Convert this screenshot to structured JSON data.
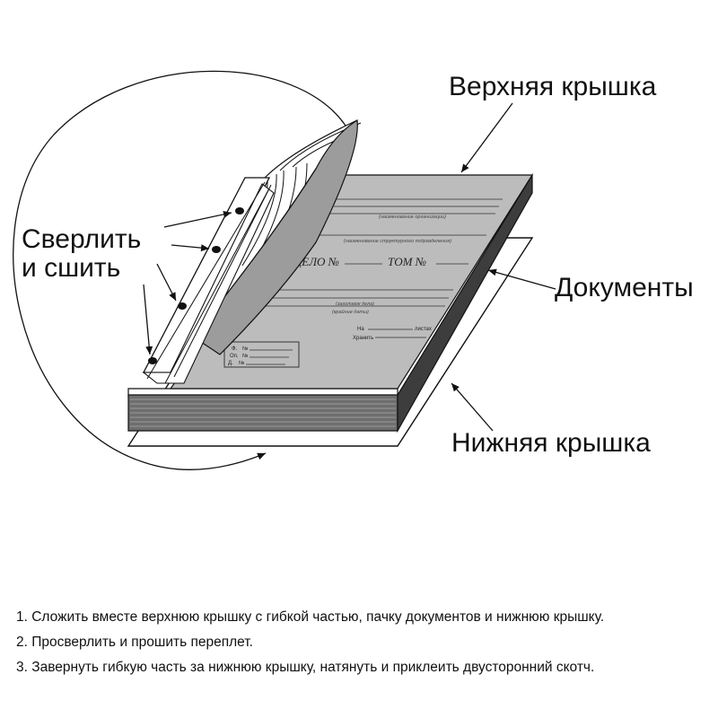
{
  "labels": {
    "top_cover": "Верхняя крышка",
    "drill_sew_line1": "Сверлить",
    "drill_sew_line2": "и сшить",
    "documents": "Документы",
    "bottom_cover": "Нижняя крышка"
  },
  "cover": {
    "org_caption": "(наименование организации)",
    "unit_caption": "(наименование структурного подразделения)",
    "delo": "ДЕЛО №",
    "tom": "ТОМ №",
    "heading_caption": "(заголовок дела)",
    "dates_caption": "(крайние даты)",
    "sheets_prefix": "На",
    "sheets_suffix": "листах",
    "keep": "Хранить",
    "stamp_f": "Ф.",
    "stamp_op": "Оп.",
    "stamp_d": "Д.",
    "stamp_no": "№"
  },
  "steps": [
    "1. Сложить вместе верхнюю крышку с гибкой частью, пачку документов и нижнюю крышку.",
    "2. Просверлить и прошить переплет.",
    "3. Завернуть гибкую часть за нижнюю крышку, натянуть и приклеить двусторонний скотч."
  ]
}
